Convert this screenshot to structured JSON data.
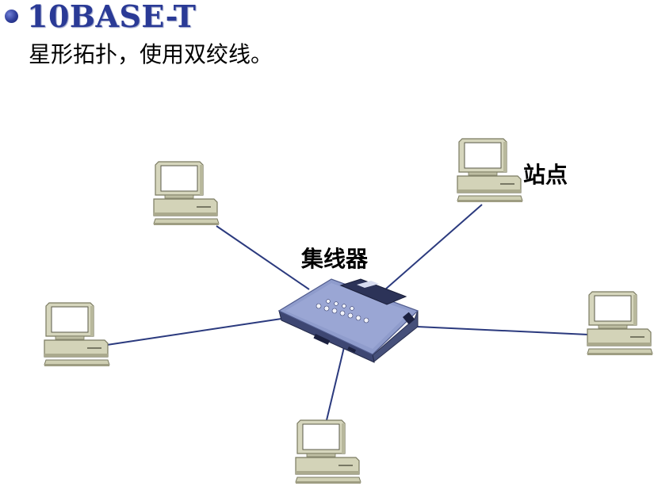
{
  "header": {
    "title": "10BASE-T",
    "subtitle": "星形拓扑，使用双绞线。"
  },
  "diagram": {
    "hub_label": "集线器",
    "station_label": "站点",
    "colors": {
      "title": "#2a3a96",
      "cable": "#2b3a7e",
      "hub_body": "#8f9ccc",
      "computer_beige": "#d3d3b8"
    },
    "icons": [
      "hub-device-icon",
      "computer-icon"
    ]
  }
}
